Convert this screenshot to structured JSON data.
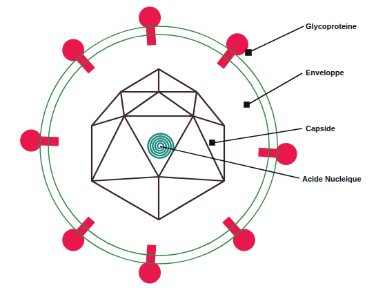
{
  "diagram": {
    "labels": [
      "Glycoproteine",
      "Enveloppe",
      "Capside",
      "Acide Nucleique"
    ]
  }
}
